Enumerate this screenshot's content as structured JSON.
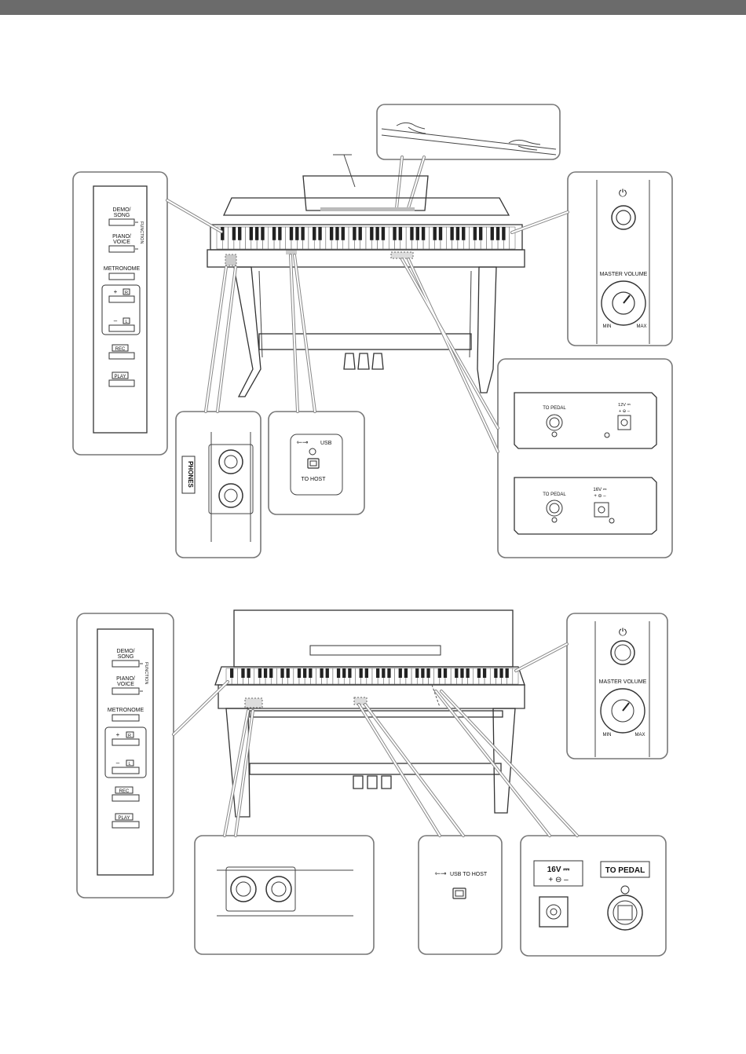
{
  "upper": {
    "panel": {
      "demo_song": [
        "DEMO/",
        "SONG"
      ],
      "piano_voice": [
        "PIANO/",
        "VOICE"
      ],
      "function_label": "FUNCTION",
      "metronome": "METRONOME",
      "plus": "+",
      "r": "R",
      "minus": "–",
      "l": "L",
      "rec": "REC",
      "play": "PLAY"
    },
    "power": {
      "symbol": "⏻",
      "master_volume": "MASTER VOLUME",
      "min": "MIN",
      "max": "MAX"
    },
    "phones": "PHONES",
    "usb": {
      "title": "USB",
      "to_host": "TO HOST"
    },
    "rear_a": {
      "to_pedal": "TO PEDAL",
      "dc": "12V ⎓"
    },
    "rear_b": {
      "to_pedal": "TO PEDAL",
      "dc": "16V ⎓"
    }
  },
  "lower": {
    "panel": {
      "demo_song": [
        "DEMO/",
        "SONG"
      ],
      "piano_voice": [
        "PIANO/",
        "VOICE"
      ],
      "function_label": "FUNCTION",
      "metronome": "METRONOME",
      "plus": "+",
      "r": "R",
      "minus": "–",
      "l": "L",
      "rec": "REC",
      "play": "PLAY"
    },
    "power": {
      "symbol": "⏻",
      "master_volume": "MASTER VOLUME",
      "min": "MIN",
      "max": "MAX"
    },
    "usb": {
      "title": "USB TO HOST"
    },
    "rear": {
      "dc": "16V ⎓",
      "dc_polarity": "+ ⊖ –",
      "to_pedal": "TO PEDAL"
    }
  }
}
